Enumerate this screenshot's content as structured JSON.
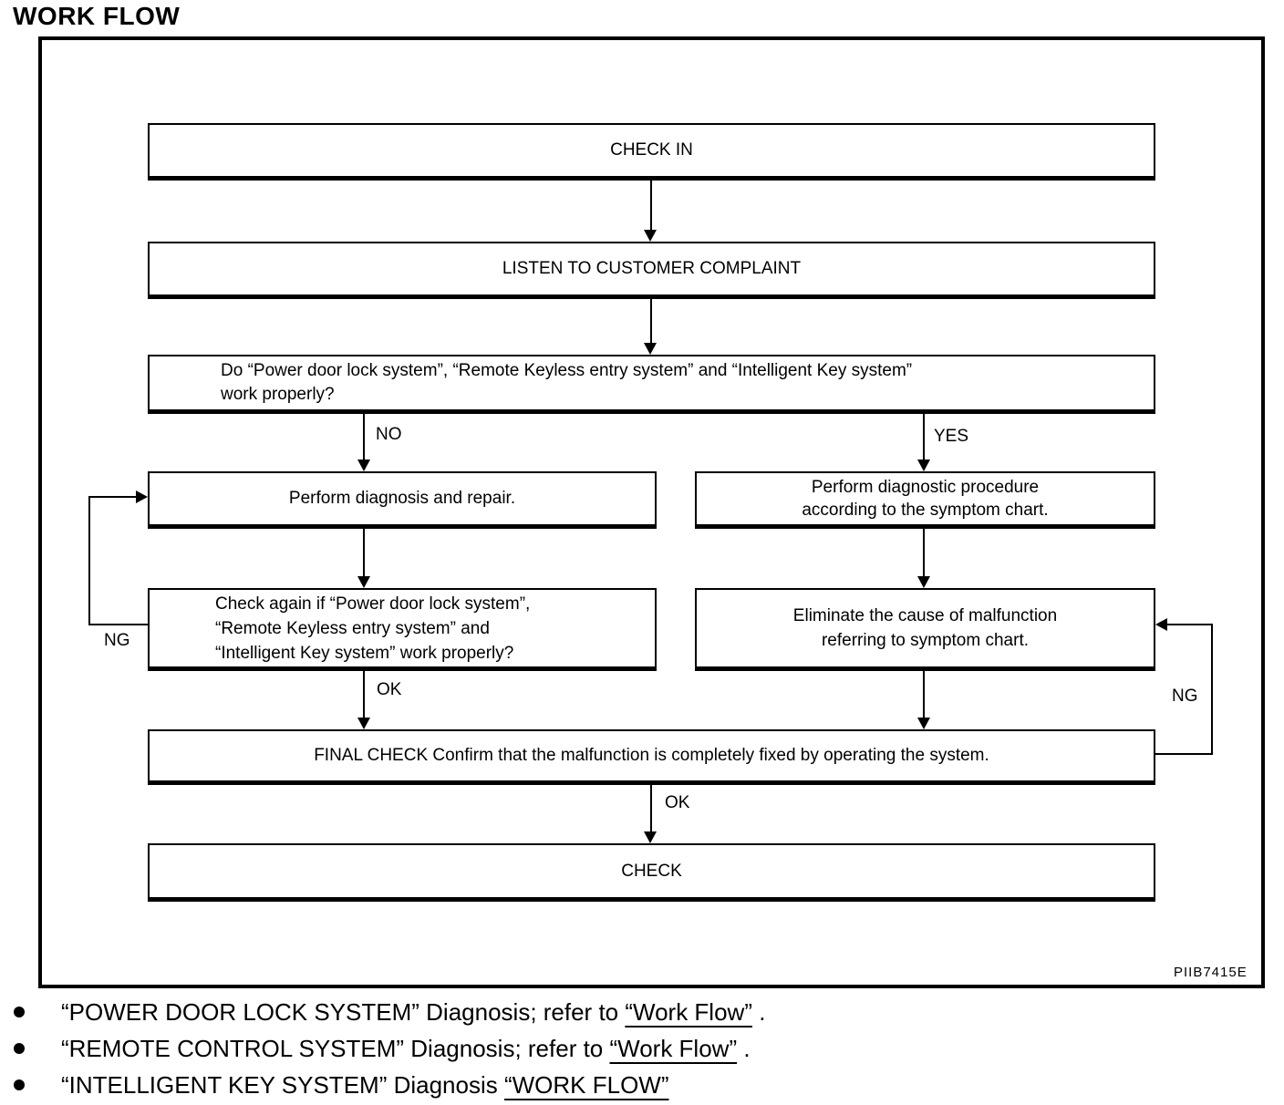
{
  "page": {
    "title": "WORK FLOW",
    "figure_code": "PIIB7415E"
  },
  "flowchart": {
    "check_in": "CHECK IN",
    "listen": "LISTEN TO CUSTOMER COMPLAINT",
    "question": {
      "line1": "Do “Power door lock system”, “Remote Keyless entry system” and “Intelligent Key system”",
      "line2": "work properly?"
    },
    "branch_no": "NO",
    "branch_yes": "YES",
    "diagnosis_repair": "Perform diagnosis and repair.",
    "diagnostic_procedure": {
      "line1": "Perform diagnostic procedure",
      "line2": "according to the symptom chart."
    },
    "check_again": {
      "line1": "Check again if “Power door lock system”,",
      "line2": "“Remote Keyless entry system” and",
      "line3": "“Intelligent Key system” work properly?"
    },
    "eliminate": {
      "line1": "Eliminate the cause of malfunction",
      "line2": "referring to symptom chart."
    },
    "ng_left": "NG",
    "ng_right": "NG",
    "ok_left": "OK",
    "ok_bottom": "OK",
    "final_check": "FINAL CHECK Confirm that the malfunction is completely fixed by operating the system.",
    "check": "CHECK"
  },
  "notes": [
    {
      "pre": "“POWER DOOR LOCK SYSTEM” Diagnosis; refer to ",
      "link": "“Work Flow”",
      "post": " ."
    },
    {
      "pre": "“REMOTE CONTROL SYSTEM” Diagnosis; refer to ",
      "link": "“Work Flow”",
      "post": " ."
    },
    {
      "pre": "“INTELLIGENT KEY SYSTEM” Diagnosis ",
      "link": "“WORK FLOW”",
      "post": ""
    }
  ]
}
